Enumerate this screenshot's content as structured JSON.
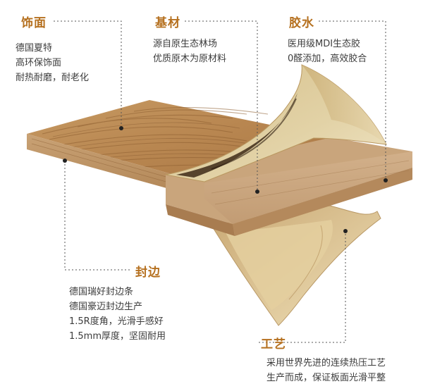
{
  "colors": {
    "accent": "#b5701f",
    "leader": "#555555",
    "text": "#3c3c3c"
  },
  "sections": {
    "veneer": {
      "title": "饰面",
      "lines": [
        "德国夏特",
        "高环保饰面",
        "耐热耐磨，耐老化"
      ]
    },
    "substrate": {
      "title": "基材",
      "lines": [
        "源自原生态林场",
        "优质原木为原材料"
      ]
    },
    "glue": {
      "title": "胶水",
      "lines": [
        "医用级MDI生态胶",
        "0醛添加，高效胶合"
      ]
    },
    "edge": {
      "title": "封边",
      "lines": [
        "德国瑞好封边条",
        "德国豪迈封边生产",
        "1.5R度角，光滑手感好",
        "1.5mm厚度，坚固耐用"
      ]
    },
    "craft": {
      "title": "工艺",
      "lines": [
        "采用世界先进的连续热压工艺",
        "生产而成，保证板面光滑平整"
      ]
    }
  }
}
